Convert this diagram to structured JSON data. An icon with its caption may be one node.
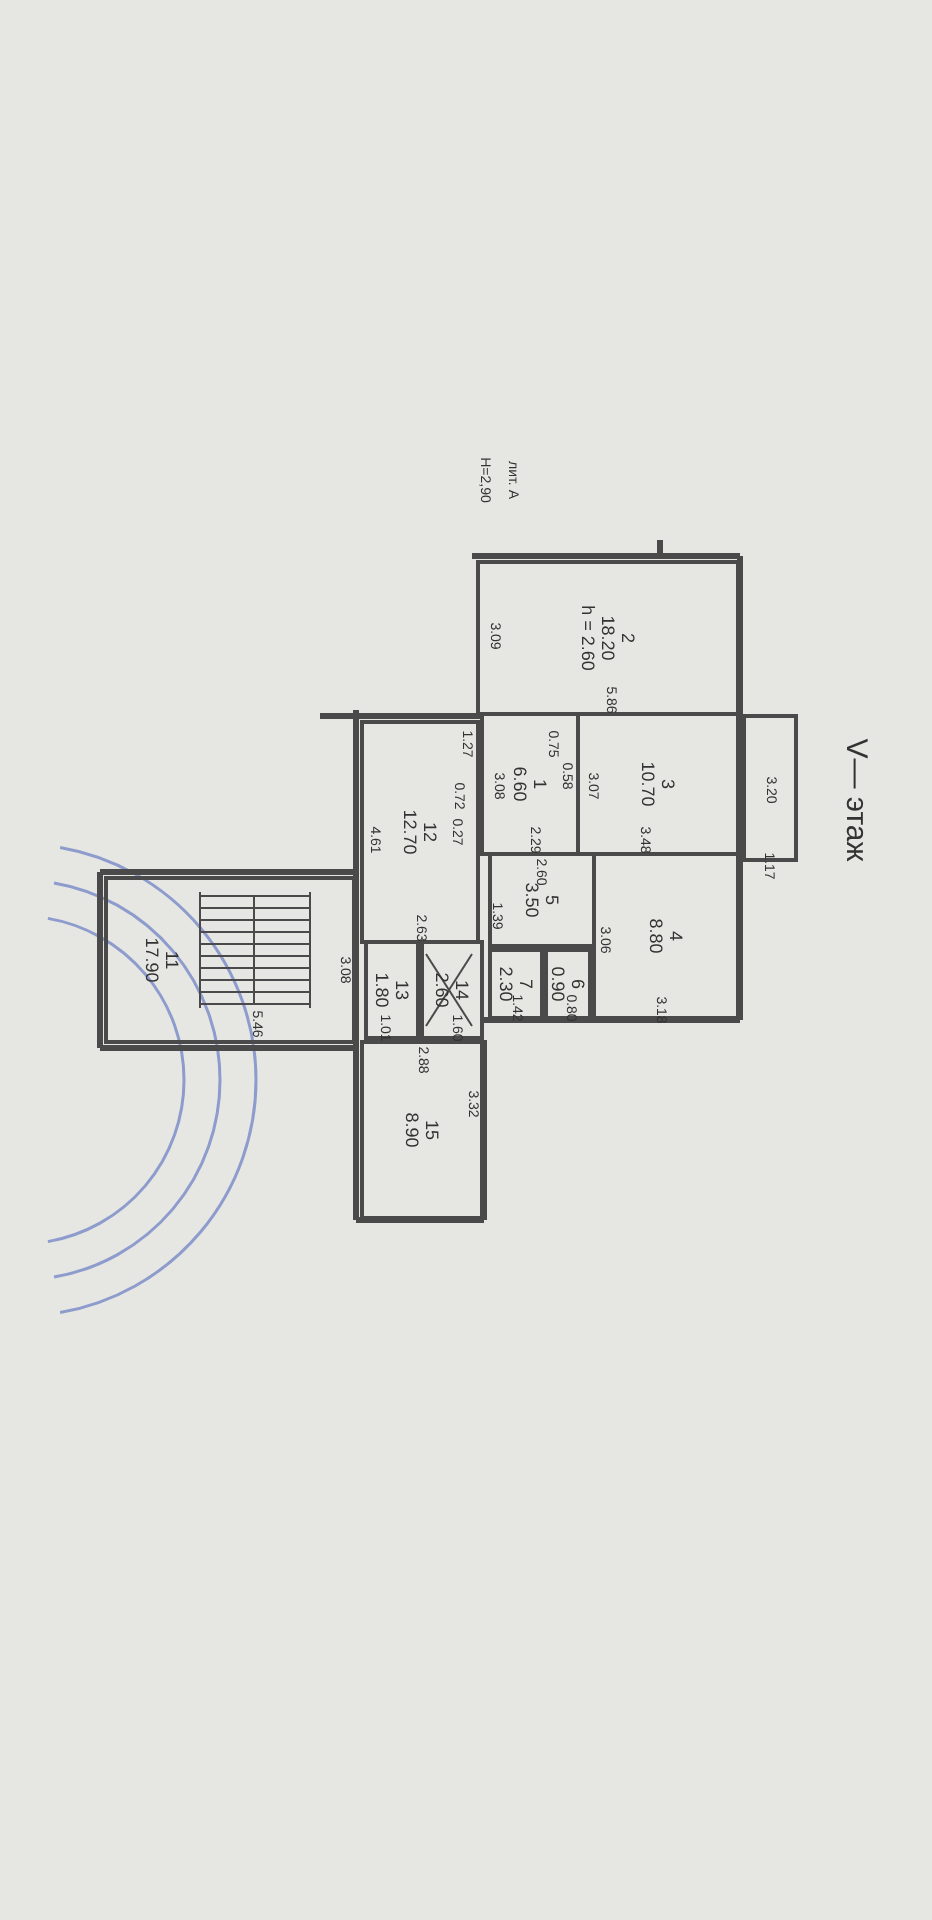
{
  "diagram": {
    "title": "V— этаж",
    "nodes": [
      {
        "text": [
          "2",
          "18.20",
          "h = 2.60"
        ]
      },
      {
        "text": [
          "12",
          "12.70"
        ]
      },
      {
        "text": [
          "1",
          "6.60"
        ]
      },
      {
        "text": [
          "3",
          "10.70"
        ]
      },
      {
        "text": [
          "11",
          "17.90"
        ]
      },
      {
        "text": [
          "5",
          "3.50"
        ]
      },
      {
        "text": [
          "4",
          "8.80"
        ]
      },
      {
        "text": [
          "13",
          "1.80"
        ]
      },
      {
        "text": [
          "14",
          "2.60"
        ]
      },
      {
        "text": [
          "7",
          "2.30"
        ]
      },
      {
        "text": [
          "6",
          "0.90"
        ]
      },
      {
        "text": [
          "15",
          "8.90"
        ]
      }
    ],
    "labels": [
      "лит. А",
      "H=2,90",
      "3.09",
      "5.86",
      "1.27",
      "0.75",
      "0.58",
      "3.08",
      "3.07",
      "3.20",
      "4.61",
      "0.72",
      "0.27",
      "2.29",
      "3.48",
      "1.17",
      "2.60",
      "1.39",
      "3.06",
      "2.63",
      "3.08",
      "1.01",
      "1.60",
      "1.42",
      "0.80",
      "3.18",
      "5.46",
      "2.88",
      "3.32"
    ]
  }
}
